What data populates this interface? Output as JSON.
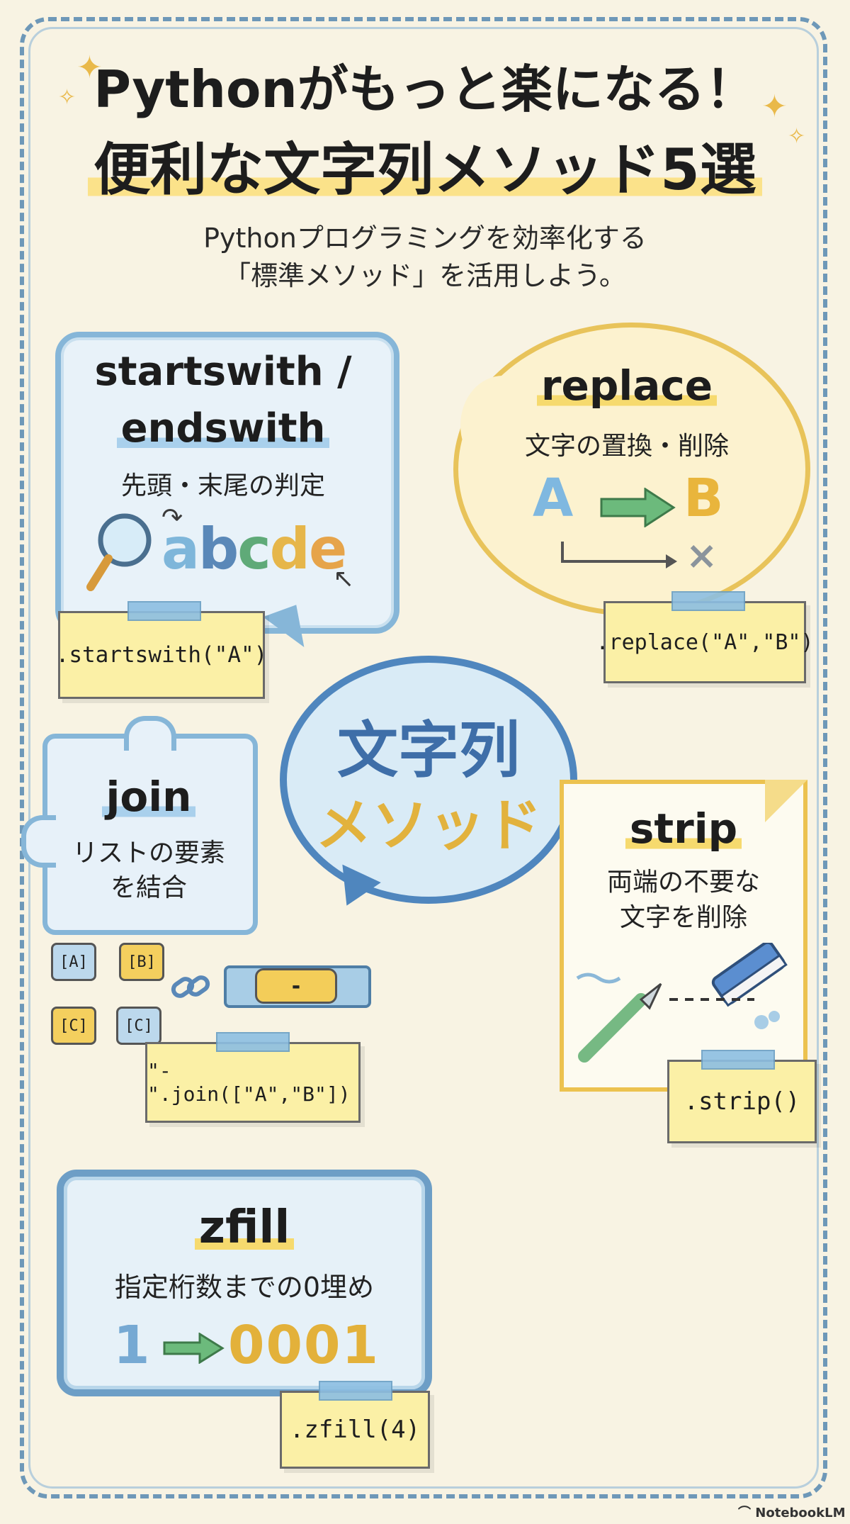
{
  "header": {
    "title_line1": "Pythonがもっと楽になる！",
    "title_line2": "便利な文字列メソッド5選",
    "subtitle_line1": "Pythonプログラミングを効率化する",
    "subtitle_line2": "「標準メソッド」を活用しよう。"
  },
  "center": {
    "line1": "文字列",
    "line2": "メソッド"
  },
  "cards": {
    "startswith": {
      "title_line1": "startswith /",
      "title_line2": "endswith",
      "desc": "先頭・末尾の判定",
      "example_text": "abcde",
      "code": ".startswith(\"A\")"
    },
    "replace": {
      "title": "replace",
      "desc": "文字の置換・削除",
      "from": "A",
      "to": "B",
      "delete_mark": "×",
      "code": ".replace(\"A\",\"B\")"
    },
    "join": {
      "title": "join",
      "desc_line1": "リストの要素",
      "desc_line2": "を結合",
      "pieces": [
        "[A]",
        "[B]",
        "[C]",
        "[C]"
      ],
      "separator": "-",
      "code": "\"-\".join([\"A\",\"B\"])"
    },
    "strip": {
      "title": "strip",
      "desc_line1": "両端の不要な",
      "desc_line2": "文字を削除",
      "code": ".strip()"
    },
    "zfill": {
      "title": "zfill",
      "desc": "指定桁数までの0埋め",
      "input": "1",
      "output": "0001",
      "code": ".zfill(4)"
    }
  },
  "footer": {
    "brand": "NotebookLM"
  },
  "colors": {
    "background": "#f8f3e3",
    "blue_border": "#86b6d8",
    "yellow_border": "#e8c35a",
    "note": "#fbf0a6",
    "center_text": "#3e6ea8"
  }
}
